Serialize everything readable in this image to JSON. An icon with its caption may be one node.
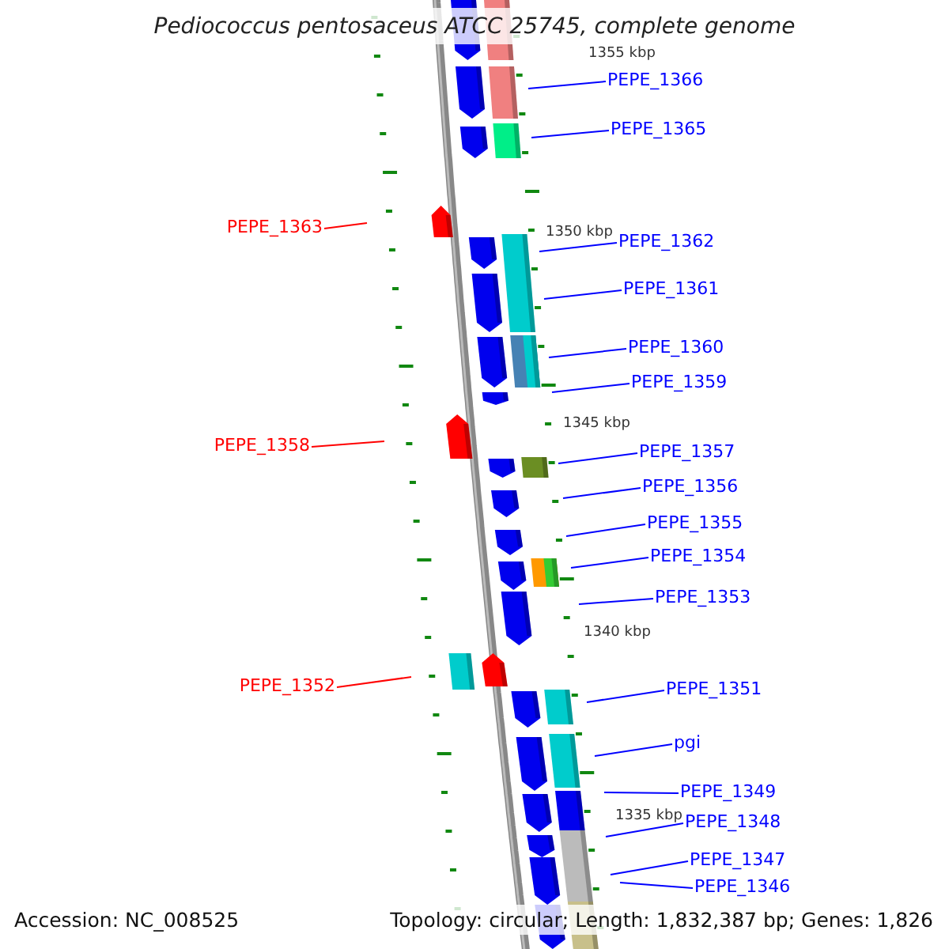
{
  "diagram": {
    "title": "Pediococcus pentosaceus ATCC 25745, complete genome",
    "nodes": [
      {
        "text": [
          "PEPE_1366"
        ]
      },
      {
        "text": [
          "PEPE_1365"
        ]
      },
      {
        "text": [
          "PEPE_1363"
        ]
      },
      {
        "text": [
          "PEPE_1362"
        ]
      },
      {
        "text": [
          "PEPE_1361"
        ]
      },
      {
        "text": [
          "PEPE_1360"
        ]
      },
      {
        "text": [
          "PEPE_1359"
        ]
      },
      {
        "text": [
          "PEPE_1358"
        ]
      },
      {
        "text": [
          "PEPE_1357"
        ]
      },
      {
        "text": [
          "PEPE_1356"
        ]
      },
      {
        "text": [
          "PEPE_1355"
        ]
      },
      {
        "text": [
          "PEPE_1354"
        ]
      },
      {
        "text": [
          "PEPE_1353"
        ]
      },
      {
        "text": [
          "PEPE_1352"
        ]
      },
      {
        "text": [
          "PEPE_1351"
        ]
      },
      {
        "text": [
          "pgi"
        ]
      },
      {
        "text": [
          "PEPE_1349"
        ]
      },
      {
        "text": [
          "PEPE_1348"
        ]
      },
      {
        "text": [
          "PEPE_1347"
        ]
      },
      {
        "text": [
          "PEPE_1346"
        ]
      }
    ],
    "edges": [
      {
        "from": 0,
        "to": null,
        "arrow": "none"
      },
      {
        "from": 1,
        "to": null,
        "arrow": "none"
      },
      {
        "from": 2,
        "to": null,
        "arrow": "none",
        "color": "#ff0000"
      },
      {
        "from": 3,
        "to": null,
        "arrow": "none"
      },
      {
        "from": 4,
        "to": null,
        "arrow": "none"
      },
      {
        "from": 5,
        "to": null,
        "arrow": "none"
      },
      {
        "from": 6,
        "to": null,
        "arrow": "none"
      },
      {
        "from": 7,
        "to": null,
        "arrow": "none",
        "color": "#ff0000"
      },
      {
        "from": 8,
        "to": null,
        "arrow": "none"
      },
      {
        "from": 9,
        "to": null,
        "arrow": "none"
      },
      {
        "from": 10,
        "to": null,
        "arrow": "none"
      },
      {
        "from": 11,
        "to": null,
        "arrow": "none"
      },
      {
        "from": 12,
        "to": null,
        "arrow": "none"
      },
      {
        "from": 13,
        "to": null,
        "arrow": "none",
        "color": "#ff0000"
      },
      {
        "from": 14,
        "to": null,
        "arrow": "none"
      },
      {
        "from": 15,
        "to": null,
        "arrow": "none"
      },
      {
        "from": 16,
        "to": null,
        "arrow": "none"
      },
      {
        "from": 17,
        "to": null,
        "arrow": "none"
      },
      {
        "from": 18,
        "to": null,
        "arrow": "none"
      },
      {
        "from": 19,
        "to": null,
        "arrow": "none"
      }
    ],
    "labels": [
      "1355 kbp",
      "1350 kbp",
      "1345 kbp",
      "1340 kbp",
      "1335 kbp",
      "Accession: NC_008525",
      "Topology: circular; Length: 1,832,387 bp; Genes: 1,826"
    ]
  }
}
